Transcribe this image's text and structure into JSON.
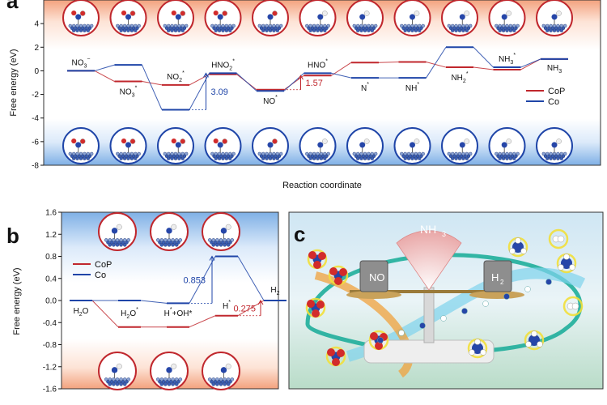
{
  "panels": {
    "a": {
      "letter": "a"
    },
    "b": {
      "letter": "b"
    },
    "c": {
      "letter": "c",
      "labels": {
        "left_box": "NO",
        "center": "NH",
        "center_sub": "3",
        "right_box": "H",
        "right_sub": "2"
      }
    }
  },
  "colors": {
    "CoP": "#c0272d",
    "Co": "#1f45a8",
    "annotation_red": "#c0272d",
    "annotation_blue": "#1f45a8",
    "top_gradient": "#f3a27e",
    "bottom_gradient": "#7fb0e6",
    "circle_red": "#c0272d",
    "circle_blue": "#1f45a8"
  },
  "chart_data": [
    {
      "type": "line",
      "panel": "a",
      "xlabel": "Reaction coordinate",
      "ylabel": "Free energy (eV)",
      "ylim": [
        -8,
        6
      ],
      "yticks": [
        -8,
        -6,
        -4,
        -2,
        0,
        2,
        4
      ],
      "grid": false,
      "legend": {
        "placement": "right",
        "entries": [
          "CoP",
          "Co"
        ]
      },
      "steps": [
        "NO3-",
        "NO3*",
        "NO2*",
        "HNO2*",
        "NO*",
        "HNO*",
        "N*",
        "NH*",
        "NH2*",
        "NH3*",
        "NH3"
      ],
      "step_labels": [
        {
          "base": "NO",
          "sub": "3",
          "sup": "−"
        },
        {
          "base": "NO",
          "sub": "3",
          "sup": "*"
        },
        {
          "base": "NO",
          "sub": "2",
          "sup": "*"
        },
        {
          "base": "HNO",
          "sub": "2",
          "sup": "*"
        },
        {
          "base": "NO",
          "sub": "",
          "sup": "*"
        },
        {
          "base": "HNO",
          "sub": "",
          "sup": "*"
        },
        {
          "base": "N",
          "sub": "",
          "sup": "*"
        },
        {
          "base": "NH",
          "sub": "",
          "sup": "*"
        },
        {
          "base": "NH",
          "sub": "2",
          "sup": "*"
        },
        {
          "base": "NH",
          "sub": "3",
          "sup": "*"
        },
        {
          "base": "NH",
          "sub": "3",
          "sup": ""
        }
      ],
      "series": [
        {
          "name": "CoP",
          "values": [
            0,
            -0.9,
            -1.2,
            -0.3,
            -1.6,
            -0.4,
            0.7,
            0.75,
            0.3,
            0.1,
            1.0
          ]
        },
        {
          "name": "Co",
          "values": [
            0,
            0.5,
            -3.3,
            -0.2,
            -1.7,
            -0.2,
            -0.6,
            -0.6,
            2.0,
            0.3,
            1.0
          ]
        }
      ],
      "annotations": [
        {
          "text": "3.09",
          "series": "Co",
          "from_step": "NO2*",
          "to_step": "HNO2*"
        },
        {
          "text": "1.57",
          "series": "CoP",
          "from_step": "NO*",
          "to_step": "HNO*"
        }
      ]
    },
    {
      "type": "line",
      "panel": "b",
      "xlabel": "",
      "ylabel": "Free energy (eV)",
      "ylim": [
        -1.6,
        1.6
      ],
      "yticks": [
        -1.6,
        -1.2,
        -0.8,
        -0.4,
        0.0,
        0.4,
        0.8,
        1.2,
        1.6
      ],
      "grid": false,
      "legend": {
        "placement": "left",
        "entries": [
          "CoP",
          "Co"
        ]
      },
      "steps": [
        "H2O",
        "H2O*",
        "H*+OH*",
        "H*",
        "H2"
      ],
      "step_labels": [
        {
          "base": "H",
          "sub": "2",
          "mid": "O",
          "sup": ""
        },
        {
          "base": "H",
          "sub": "2",
          "mid": "O",
          "sup": "*"
        },
        {
          "base": "H",
          "sub": "",
          "mid": "",
          "sup": "*",
          "extra": "+OH*"
        },
        {
          "base": "H",
          "sub": "",
          "mid": "",
          "sup": "*"
        },
        {
          "base": "H",
          "sub": "2",
          "mid": "",
          "sup": ""
        }
      ],
      "series": [
        {
          "name": "CoP",
          "values": [
            0,
            -0.48,
            -0.48,
            -0.275,
            0
          ]
        },
        {
          "name": "Co",
          "values": [
            0,
            0.0,
            -0.05,
            0.8,
            0
          ]
        }
      ],
      "annotations": [
        {
          "text": "0.853",
          "series": "Co",
          "from_step": "H*+OH*",
          "to_step": "H*"
        },
        {
          "text": "0.275",
          "series": "CoP",
          "from_step": "H*",
          "to_step": "H2"
        }
      ]
    }
  ]
}
